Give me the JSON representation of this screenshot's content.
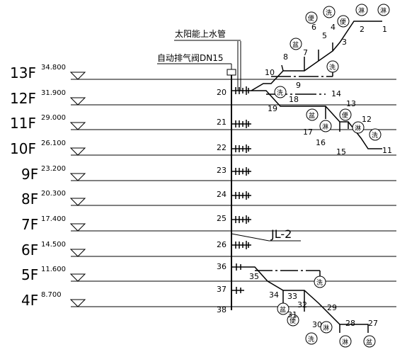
{
  "annotations": {
    "solar_pipe": "太阳能上水管",
    "air_valve": "自动排气阀DN15",
    "riser": "JL-2"
  },
  "floors": [
    {
      "floor": "13F",
      "elevation": "34.800",
      "node": ""
    },
    {
      "floor": "12F",
      "elevation": "31.900",
      "node": "20"
    },
    {
      "floor": "11F",
      "elevation": "29.000",
      "node": "21"
    },
    {
      "floor": "10F",
      "elevation": "26.100",
      "node": "22"
    },
    {
      "floor": "9F",
      "elevation": "23.200",
      "node": "23"
    },
    {
      "floor": "8F",
      "elevation": "20.300",
      "node": "24"
    },
    {
      "floor": "7F",
      "elevation": "17.400",
      "node": "25"
    },
    {
      "floor": "6F",
      "elevation": "14.500",
      "node": "26"
    },
    {
      "floor": "5F",
      "elevation": "11.600",
      "node": "36"
    },
    {
      "floor": "4F",
      "elevation": "8.700",
      "node": "37"
    }
  ],
  "bottom_node": "38",
  "upper_branch": {
    "numbers": [
      "1",
      "2",
      "3",
      "4",
      "5",
      "6",
      "7",
      "8",
      "9",
      "10"
    ],
    "fixtures": [
      "淋",
      "淋",
      "便",
      "洗",
      "便",
      "盆",
      "洗"
    ]
  },
  "middle_branch": {
    "numbers": [
      "11",
      "12",
      "13",
      "14",
      "15",
      "16",
      "17",
      "18",
      "19"
    ],
    "fixtures": [
      "洗",
      "淋",
      "便",
      "盆",
      "淋",
      "洗"
    ]
  },
  "lower_branch": {
    "numbers": [
      "27",
      "28",
      "29",
      "30",
      "31",
      "32",
      "33",
      "34",
      "35"
    ],
    "fixtures": [
      "盆",
      "淋",
      "淋",
      "洗",
      "便",
      "盆",
      "洗"
    ]
  }
}
